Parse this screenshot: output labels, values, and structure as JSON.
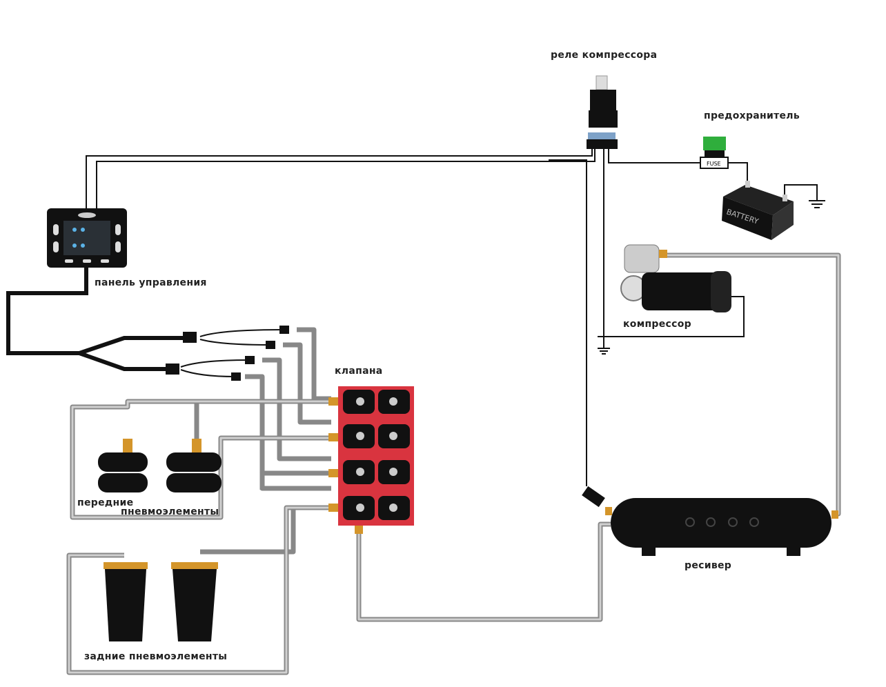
{
  "labels": {
    "relay": "реле компрессора",
    "fuse": "предохранитель",
    "fuse_marking": "FUSE",
    "battery_marking": "BATTERY",
    "panel": "панель управления",
    "valves": "клапана",
    "front_1": "передние",
    "front_2": "пневмоэлементы",
    "rear": "задние пневмоэлементы",
    "compressor": "компрессор",
    "receiver": "ресивер"
  },
  "colors": {
    "air_line": "#a9a9a9",
    "valve_block": "#d9343f",
    "fitting": "#d4952a",
    "fuse": "#2fae3c",
    "wire": "#111111"
  }
}
